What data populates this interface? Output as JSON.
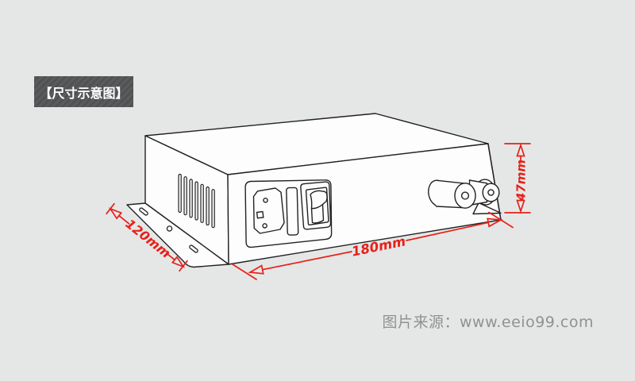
{
  "page": {
    "background_color": "#e5e7e7"
  },
  "badge": {
    "label": "【尺寸示意图】",
    "background_color": "#57585a",
    "text_color": "#ffffff"
  },
  "diagram": {
    "description": "Isometric technical line drawing of a metal power-supply enclosure with bottom mounting flanges",
    "line_color": "#222222",
    "face_color": "#fdfdfe",
    "dimension_color": "#e62119",
    "dimensions": {
      "depth": {
        "label": "120mm"
      },
      "width": {
        "label": "180mm"
      },
      "height": {
        "label": "47mm"
      }
    },
    "features": [
      {
        "name": "ventilation-slots",
        "count": 7
      },
      {
        "name": "mounting-flange-holes",
        "count": 3
      },
      {
        "name": "iec-c14-power-inlet"
      },
      {
        "name": "fuse-holder"
      },
      {
        "name": "rocker-switch"
      },
      {
        "name": "bnc-connectors",
        "count": 2
      }
    ]
  },
  "watermark": {
    "label": "图片来源：www.eeio99.com",
    "text_color": "#8f9193"
  }
}
